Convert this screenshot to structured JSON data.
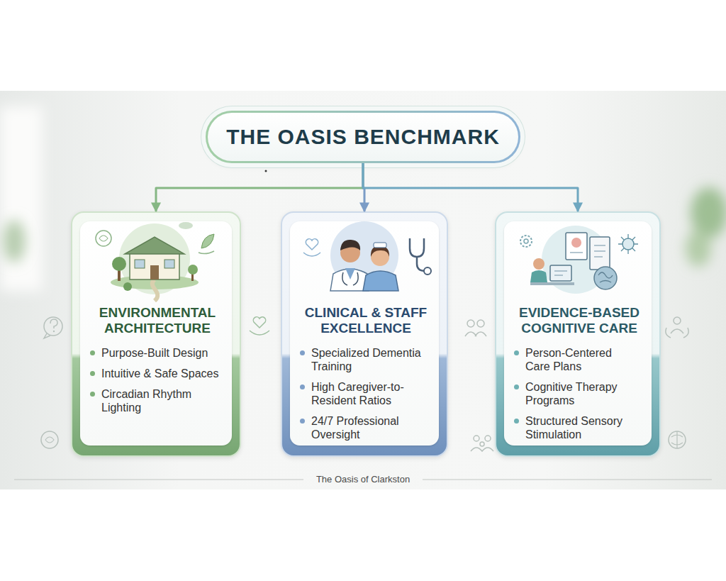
{
  "diagram": {
    "caption": "The Oasis of Clarkston",
    "nodes": [
      {
        "text": [
          "THE OASIS BENCHMARK"
        ]
      },
      {
        "text": [
          "ENVIRONMENTAL ARCHITECTURE",
          "Purpose-Built Design",
          "Intuitive & Safe Spaces",
          "Circadian Rhythm Lighting"
        ]
      },
      {
        "text": [
          "CLINICAL & STAFF EXCELLENCE",
          "Specialized Dementia Training",
          "High Caregiver-to-Resident Ratios",
          "24/7 Professional Oversight"
        ]
      },
      {
        "text": [
          "EVIDENCE-BASED COGNITIVE CARE",
          "Person-Centered Care Plans",
          "Cognitive Therapy Programs",
          "Structured Sensory Stimulation"
        ]
      }
    ],
    "edges": [
      {
        "from": 0,
        "to": 1,
        "arrow": "to"
      },
      {
        "from": 0,
        "to": 2,
        "arrow": "to"
      },
      {
        "from": 0,
        "to": 3,
        "arrow": "to"
      }
    ]
  }
}
